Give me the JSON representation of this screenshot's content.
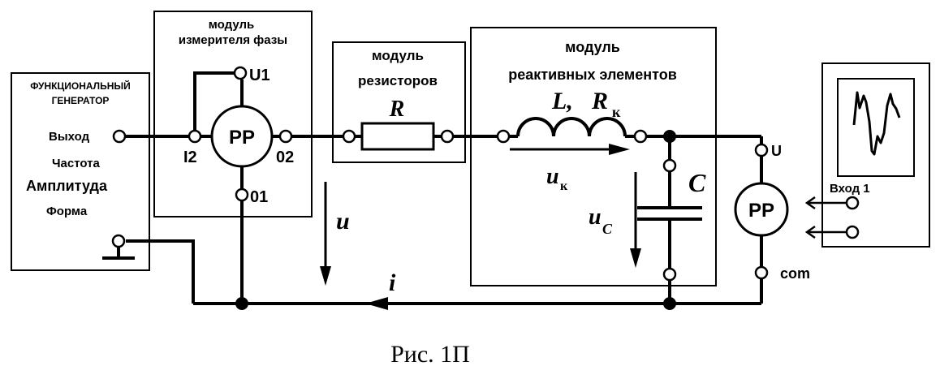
{
  "generator": {
    "title_line1": "ФУНКЦИОНАЛЬНЫЙ",
    "title_line2": "ГЕНЕРАТОР",
    "output": "Выход",
    "frequency": "Частота",
    "amplitude": "Амплитуда",
    "form": "Форма"
  },
  "phase_module": {
    "title_line1": "модуль",
    "title_line2": "измерителя фазы",
    "meter": "PP",
    "u1": "U1",
    "i2": "I2",
    "o2": "02",
    "o1": "01"
  },
  "resistor_module": {
    "title_line1": "модуль",
    "title_line2": "резисторов",
    "r": "R"
  },
  "reactive_module": {
    "title_line1": "модуль",
    "title_line2": "реактивных элементов",
    "l": "L,",
    "rk_main": "R",
    "rk_sub": "к",
    "c": "C",
    "uk_main": "u",
    "uk_sub": "к",
    "uc_main": "u",
    "uc_sub": "C"
  },
  "scope": {
    "u": "U",
    "meter": "PP",
    "input": "Вход 1",
    "com": "com"
  },
  "labels": {
    "u": "u",
    "i": "i"
  },
  "caption": "Рис. 1П"
}
